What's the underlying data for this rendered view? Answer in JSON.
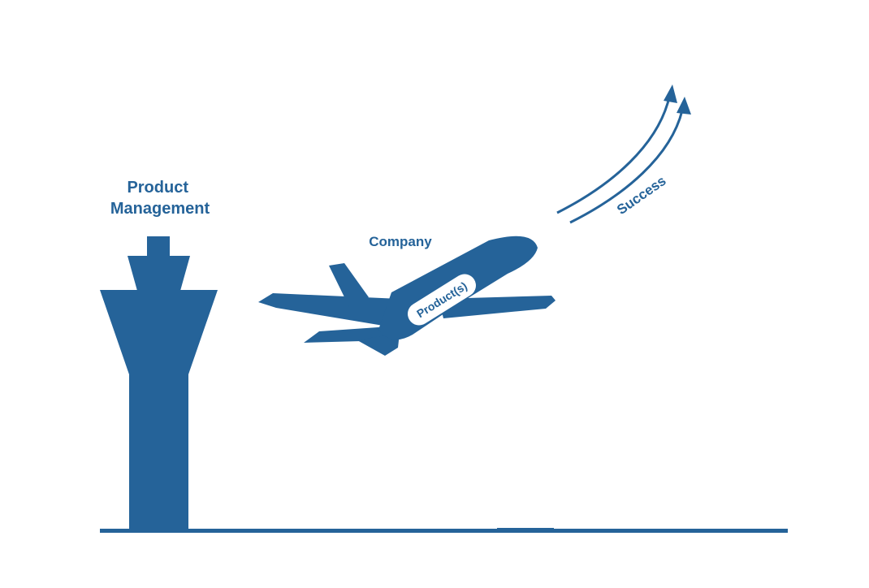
{
  "diagram": {
    "tower_label_line1": "Product",
    "tower_label_line2": "Management",
    "plane_label": "Company",
    "fuselage_label": "Product(s)",
    "trajectory_label": "Success"
  },
  "colors": {
    "primary": "#256399",
    "background": "#ffffff"
  }
}
